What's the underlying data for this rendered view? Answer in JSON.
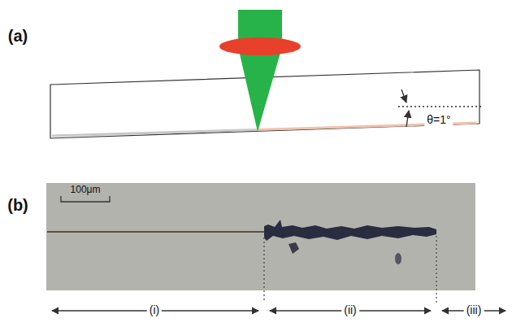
{
  "diagram": {
    "labels": [
      "(a)",
      "(b)",
      "100μm",
      "θ=1°",
      "(i)",
      "(ii)",
      "(iii)"
    ]
  }
}
